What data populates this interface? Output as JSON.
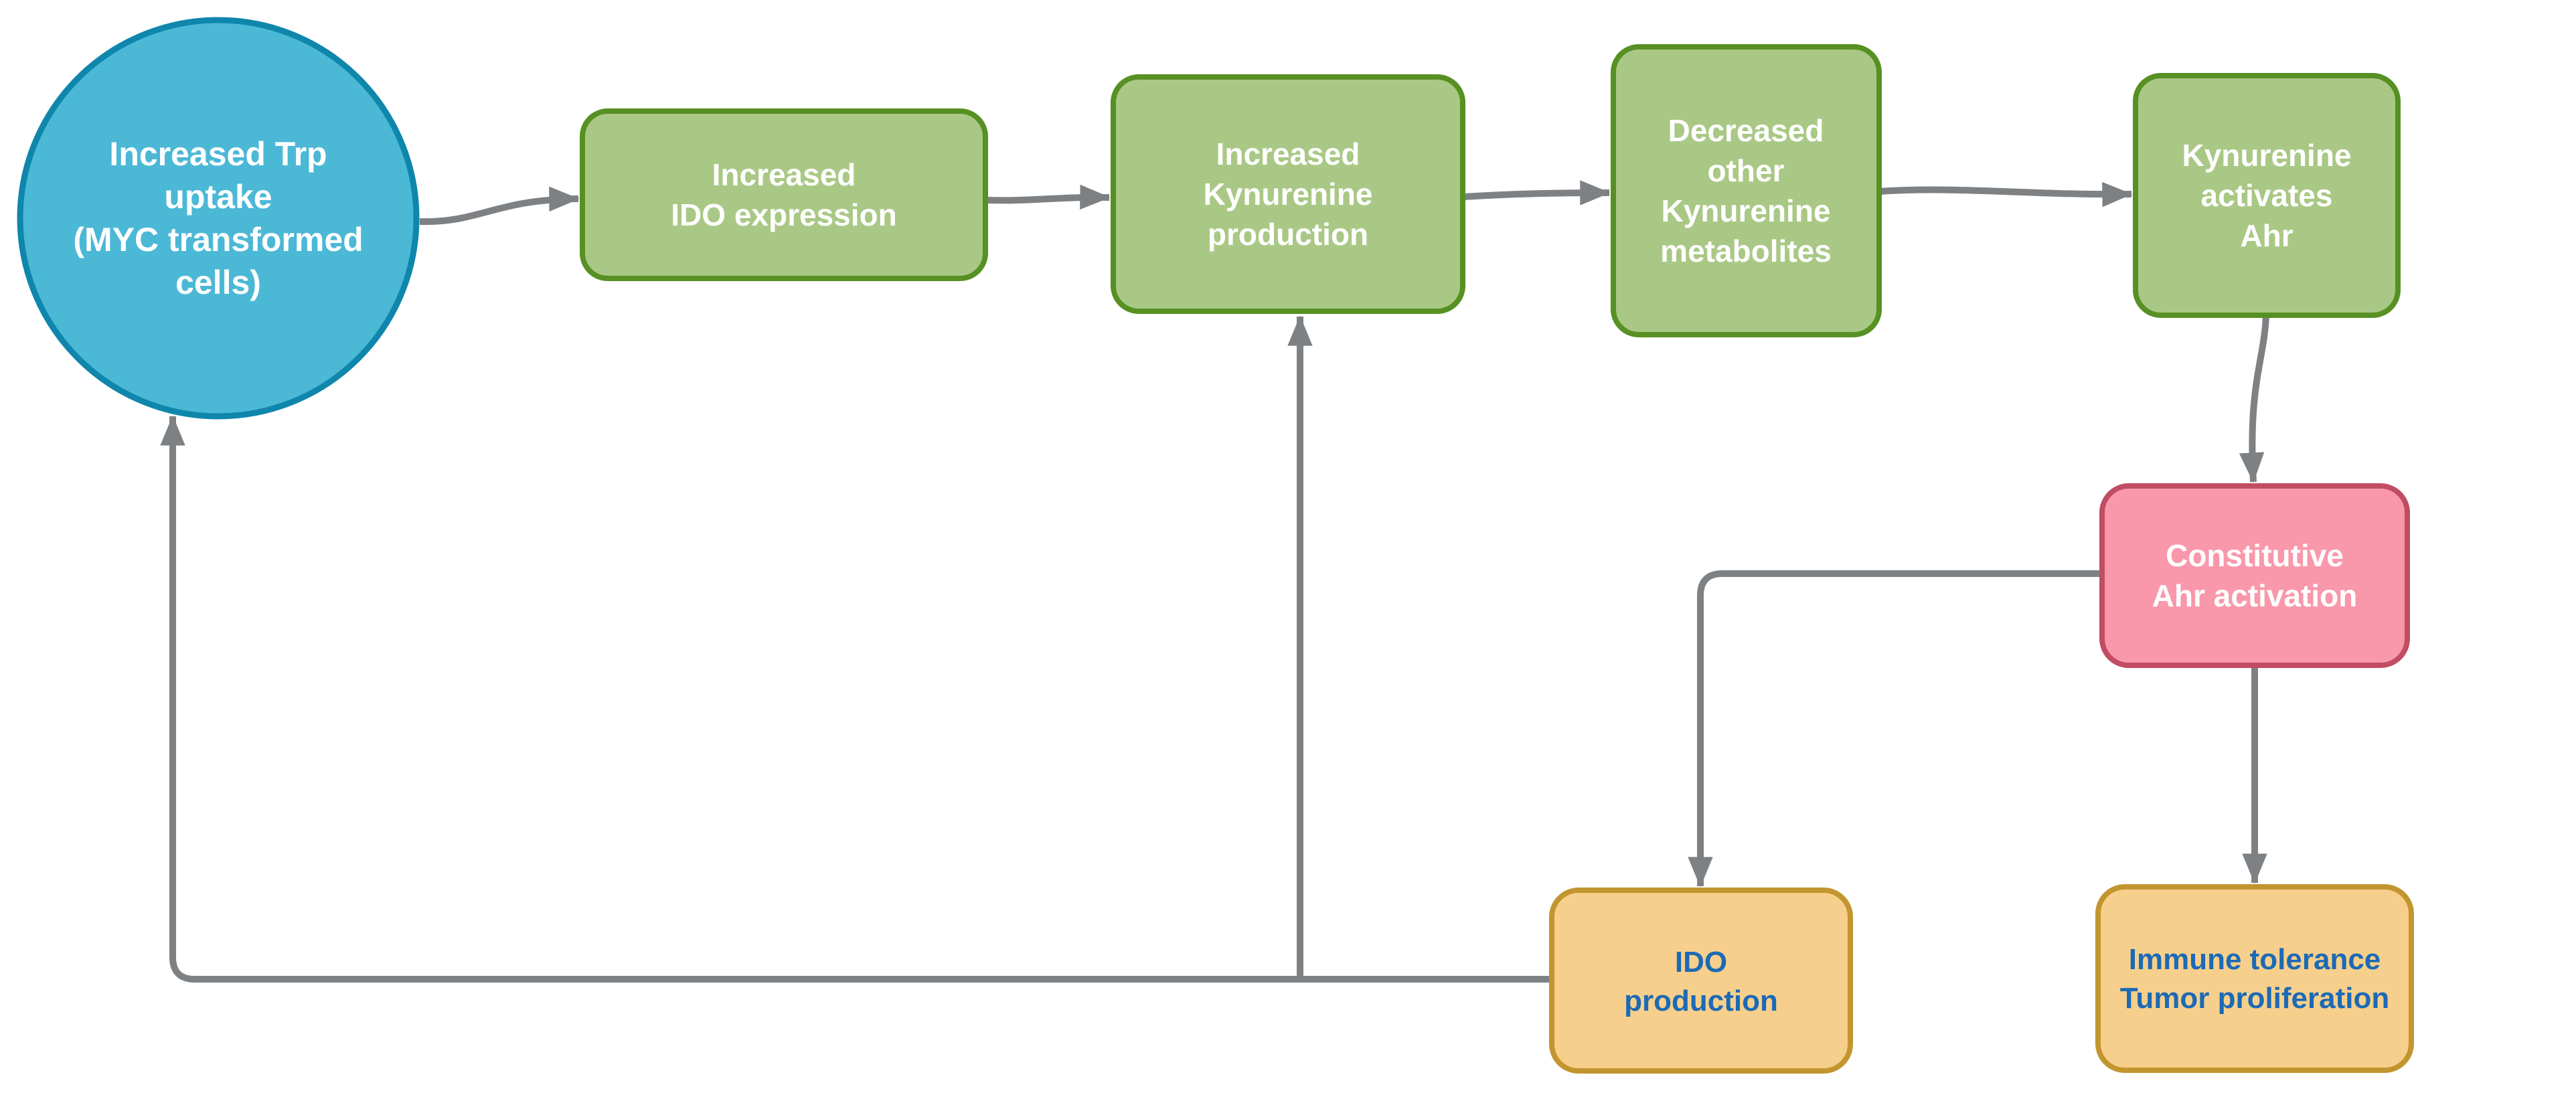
{
  "figure": {
    "type": "flowchart",
    "background": "#ffffff"
  },
  "colors": {
    "circle_fill": "#4bb8d6",
    "circle_border": "#0f86ac",
    "green_fill": "#a9c885",
    "green_border": "#579023",
    "pink_fill": "#f998ab",
    "pink_border": "#c04d63",
    "orange_fill": "#f6cf8c",
    "orange_border": "#c2952f",
    "arrow": "#7e8184",
    "text_white": "#ffffff",
    "text_blue": "#1b6ab5"
  },
  "nodes": {
    "trp_uptake": {
      "shape": "circle",
      "color_role": "cyan",
      "lines": [
        "Increased Trp",
        "uptake",
        "(MYC transformed",
        "cells)"
      ]
    },
    "ido_expression": {
      "shape": "rounded-rect",
      "color_role": "green",
      "lines": [
        "Increased",
        "IDO expression"
      ]
    },
    "kynurenine_production": {
      "shape": "rounded-rect",
      "color_role": "green",
      "lines": [
        "Increased",
        "Kynurenine",
        "production"
      ]
    },
    "decreased_metabolites": {
      "shape": "rounded-rect",
      "color_role": "green",
      "lines": [
        "Decreased",
        "other",
        "Kynurenine",
        "metabolites"
      ]
    },
    "kynurenine_activates_ahr": {
      "shape": "rounded-rect",
      "color_role": "green",
      "lines": [
        "Kynurenine",
        "activates",
        "Ahr"
      ]
    },
    "constitutive_ahr": {
      "shape": "rounded-rect",
      "color_role": "pink",
      "lines": [
        "Constitutive",
        "Ahr activation"
      ]
    },
    "ido_production": {
      "shape": "rounded-rect",
      "color_role": "orange",
      "lines": [
        "IDO",
        "production"
      ]
    },
    "immune_tolerance": {
      "shape": "rounded-rect",
      "color_role": "orange",
      "lines": [
        "Immune tolerance",
        "Tumor proliferation"
      ]
    }
  },
  "edges": [
    {
      "from": "trp_uptake",
      "to": "ido_expression"
    },
    {
      "from": "ido_expression",
      "to": "kynurenine_production"
    },
    {
      "from": "kynurenine_production",
      "to": "decreased_metabolites"
    },
    {
      "from": "decreased_metabolites",
      "to": "kynurenine_activates_ahr"
    },
    {
      "from": "kynurenine_activates_ahr",
      "to": "constitutive_ahr"
    },
    {
      "from": "constitutive_ahr",
      "to": "immune_tolerance"
    },
    {
      "from": "constitutive_ahr",
      "to": "ido_production"
    },
    {
      "from": "ido_production",
      "to": "kynurenine_production"
    },
    {
      "from": "ido_production",
      "to": "trp_uptake"
    }
  ]
}
